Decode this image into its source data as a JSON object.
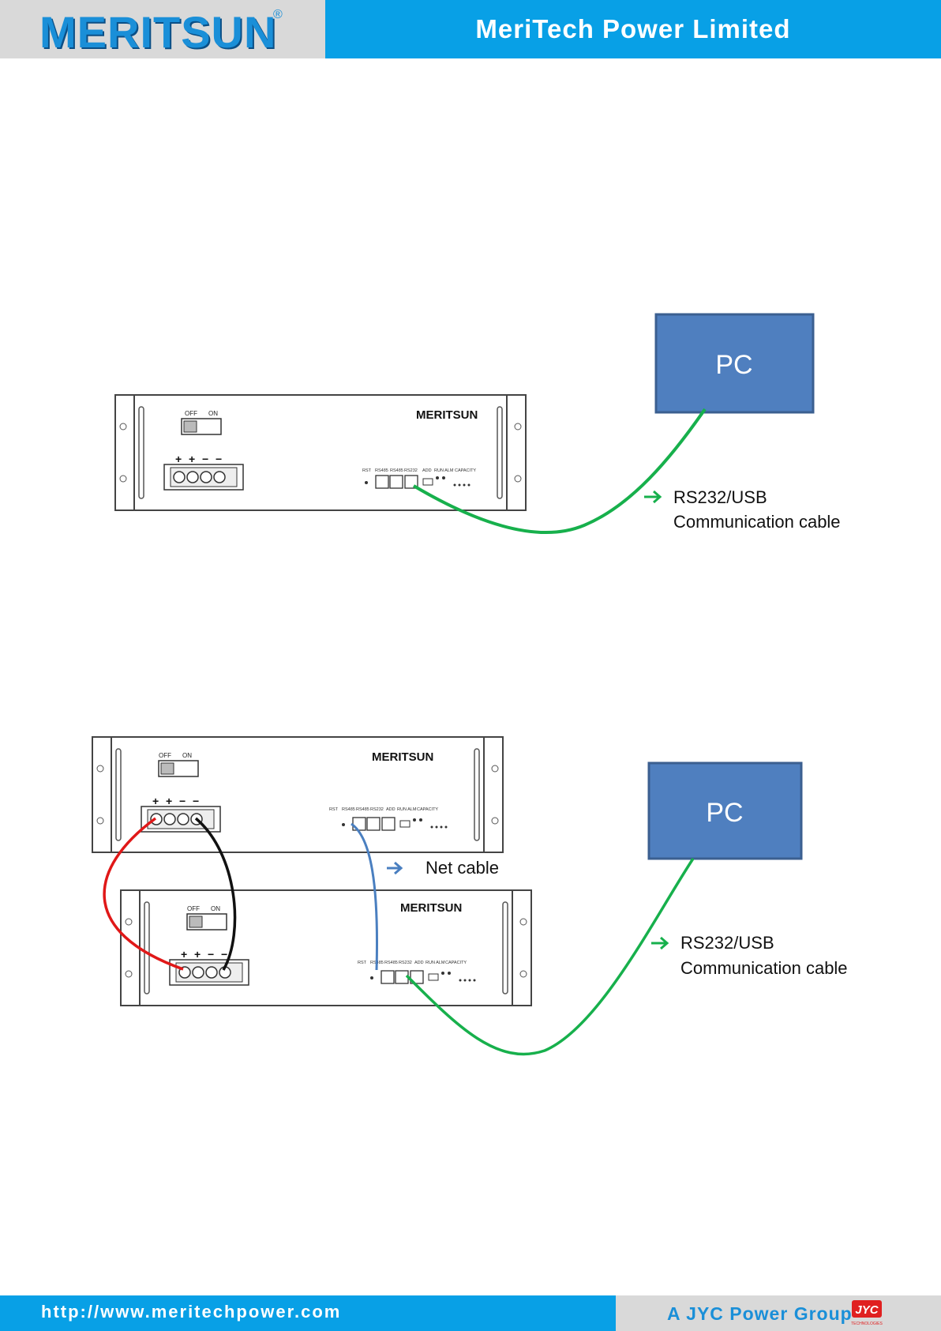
{
  "header": {
    "brand": "MERITSUN",
    "reg_mark": "®",
    "company": "MeriTech Power Limited"
  },
  "footer": {
    "url": "http://www.meritechpower.com",
    "group": "A JYC Power Group",
    "logo_text": "JYC",
    "logo_sub": "TECHNOLOGIES"
  },
  "panel_labels": {
    "brand": "MERITSUN",
    "off": "OFF",
    "on": "ON",
    "rst": "RST",
    "rs485": "RS485",
    "rs232": "RS232",
    "add": "ADD",
    "run_alm": "RUN ALM",
    "capacity": "CAPACITY",
    "plus": "+",
    "minus": "−"
  },
  "diagram1": {
    "pc": "PC",
    "cable_line1": "RS232/USB",
    "cable_line2": "Communication cable"
  },
  "diagram2": {
    "pc": "PC",
    "net_cable": "Net cable",
    "cable_line1": "RS232/USB",
    "cable_line2": "Communication cable"
  },
  "colors": {
    "blue_header": "#08a0e6",
    "pc_box": "#4f7fbf",
    "green_cable": "#17b04c",
    "net_cable": "#4a7fc0",
    "red_cable": "#e01818"
  }
}
